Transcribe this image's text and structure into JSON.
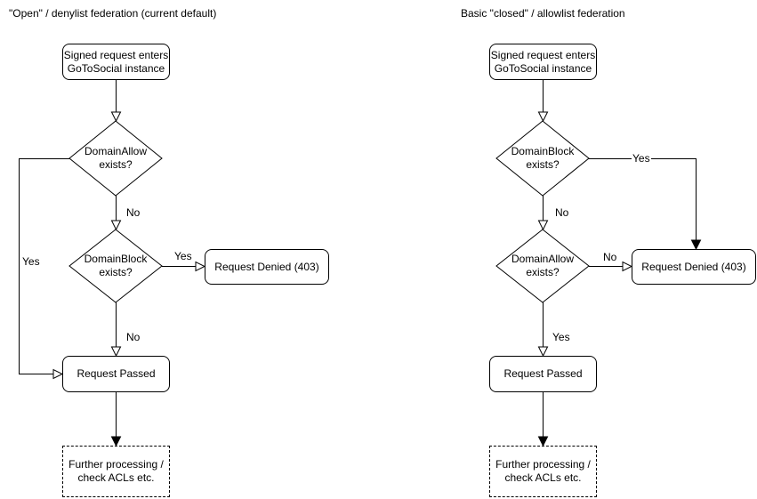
{
  "colors": {
    "stroke": "#000000",
    "node_fill": "#ffffff",
    "text": "#000000",
    "background": "#ffffff"
  },
  "left_chart": {
    "title": "\"Open\" / denylist federation (current default)",
    "entry_box": "Signed request enters\nGoToSocial instance",
    "decision_domainallow": "DomainAllow\nexists?",
    "decision_domainblock": "DomainBlock\nexists?",
    "denied_box": "Request Denied (403)",
    "passed_box": "Request Passed",
    "further_box": "Further processing /\ncheck ACLs etc.",
    "labels": {
      "allow_no": "No",
      "allow_yes": "Yes",
      "block_yes": "Yes",
      "block_no": "No"
    }
  },
  "right_chart": {
    "title": "Basic \"closed\" / allowlist federation",
    "entry_box": "Signed request enters\nGoToSocial instance",
    "decision_domainblock": "DomainBlock\nexists?",
    "decision_domainallow": "DomainAllow\nexists?",
    "denied_box": "Request Denied (403)",
    "passed_box": "Request Passed",
    "further_box": "Further processing /\ncheck ACLs etc.",
    "labels": {
      "block_yes": "Yes",
      "block_no": "No",
      "allow_no": "No",
      "allow_yes": "Yes"
    }
  }
}
